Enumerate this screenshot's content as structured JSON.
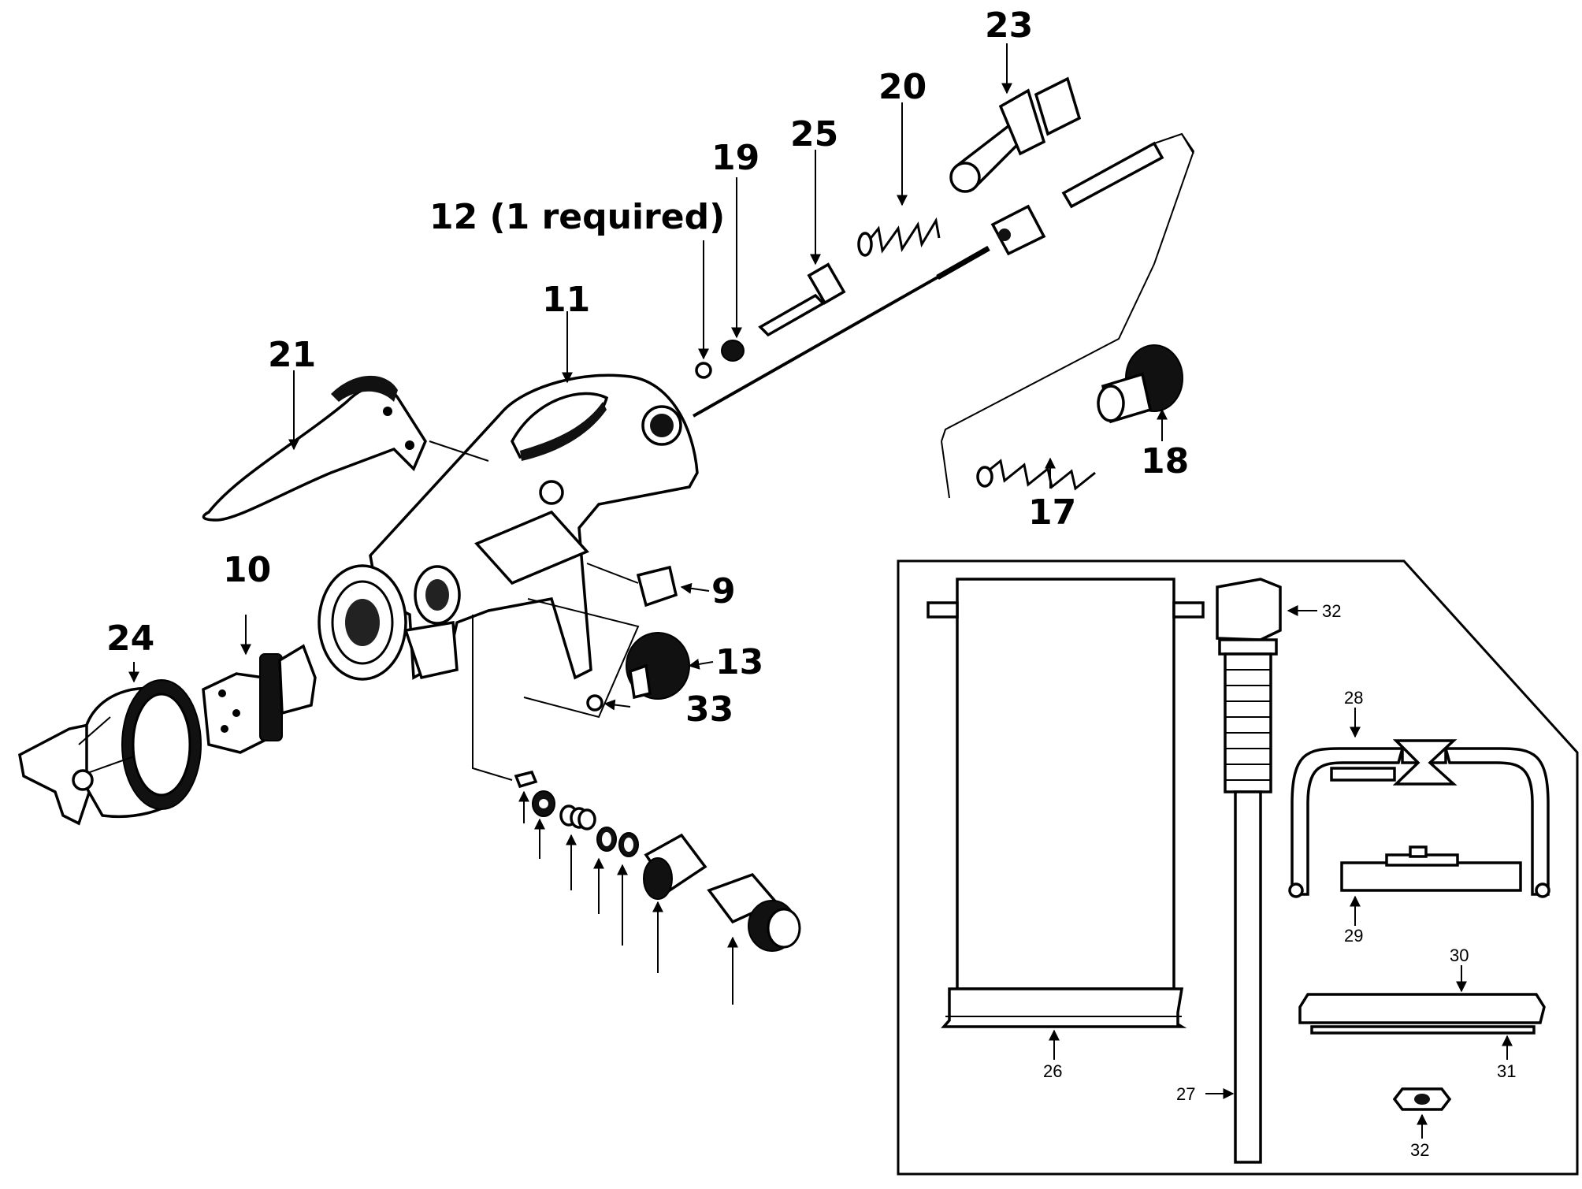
{
  "labels": {
    "l9": "9",
    "l10": "10",
    "l11": "11",
    "l12": "12 (1 required)",
    "l13": "13",
    "l17": "17",
    "l18": "18",
    "l19": "19",
    "l20": "20",
    "l21": "21",
    "l23": "23",
    "l24": "24",
    "l25": "25",
    "l33": "33"
  },
  "inset": {
    "l26": "26",
    "l27": "27",
    "l28": "28",
    "l29": "29",
    "l30": "30",
    "l31": "31",
    "l32a": "32",
    "l32b": "32"
  }
}
